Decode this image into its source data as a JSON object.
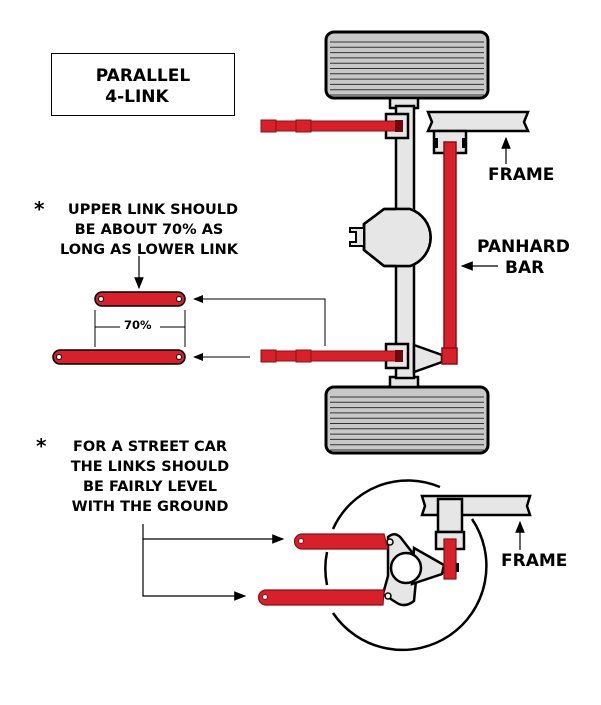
{
  "title": {
    "line1": "PARALLEL",
    "line2": "4-LINK"
  },
  "labels": {
    "frame_top": "FRAME",
    "panhard": "PANHARD",
    "bar": "BAR",
    "frame_bottom": "FRAME",
    "percent": "70%"
  },
  "notes": {
    "star": "*",
    "upper_link": [
      "UPPER LINK SHOULD",
      "BE ABOUT 70% AS",
      "LONG AS LOWER LINK"
    ],
    "street_car": [
      "FOR A STREET CAR",
      "THE LINKS SHOULD",
      "BE FAIRLY LEVEL",
      "WITH THE GROUND"
    ]
  },
  "colors": {
    "link_red": "#d8202a",
    "link_dark": "#8a1015",
    "part_gray": "#e6e6e6",
    "tire_gray": "#c8c8c8",
    "outline": "#000000"
  }
}
